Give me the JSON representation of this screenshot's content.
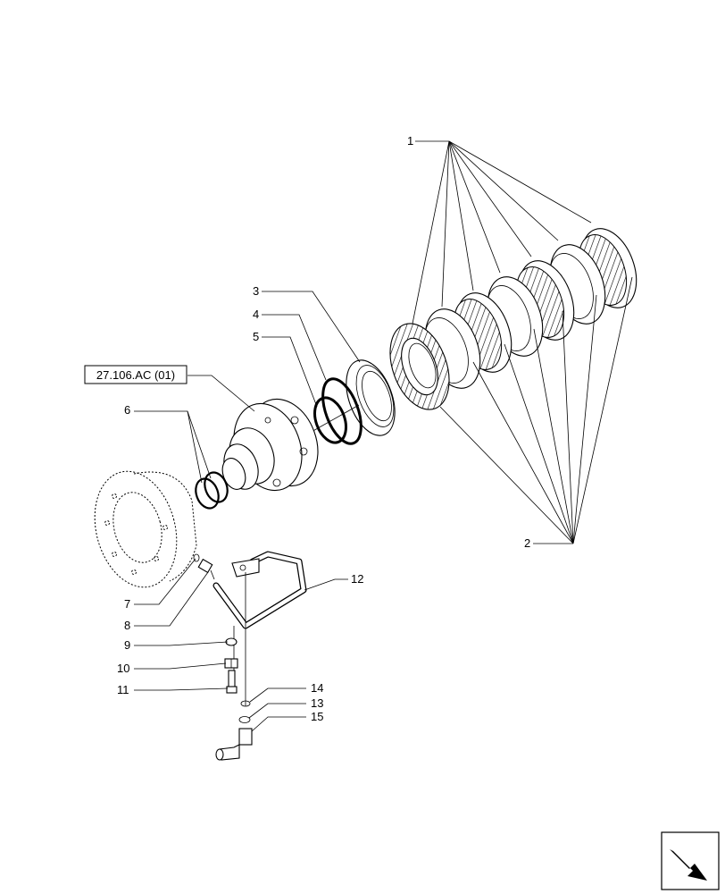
{
  "reference_label": "27.106.AC (01)",
  "callouts": {
    "c1": "1",
    "c2": "2",
    "c3": "3",
    "c4": "4",
    "c5": "5",
    "c6": "6",
    "c7": "7",
    "c8": "8",
    "c9": "9",
    "c10": "10",
    "c11": "11",
    "c12": "12",
    "c13": "13",
    "c14": "14",
    "c15": "15"
  },
  "nav_icon": "next-page-arrow-icon"
}
